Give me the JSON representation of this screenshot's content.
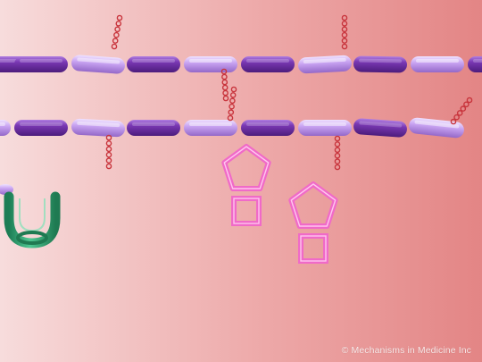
{
  "colors": {
    "background_left": "#f6dada",
    "background_right": "#e48787",
    "segment_dark": "#7a38b4",
    "segment_light": "#c9a4f2",
    "bead": "#c8343c",
    "pentagon_ring": "#f06ac8",
    "clamp": "#2a9a6c"
  },
  "icons": {
    "filament": "bead-chain-filament",
    "side_chain": "bead-side-chain",
    "molecule": "pentagon-square-molecule",
    "clamp": "u-shaped-clamp"
  },
  "credit": "© Mechanisms in Medicine Inc"
}
